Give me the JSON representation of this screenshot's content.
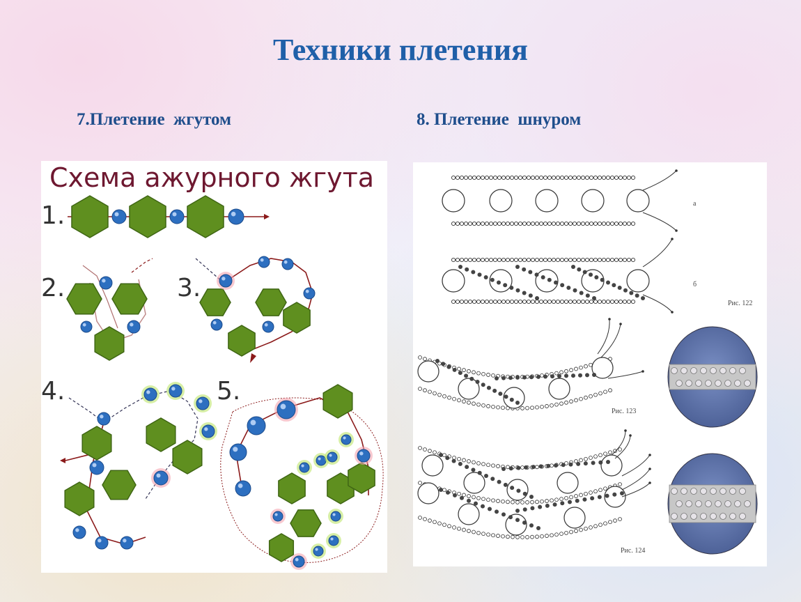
{
  "slide": {
    "title": "Техники плетения",
    "left": {
      "heading": "7.Плетение  жгутом",
      "schema_title": "Схема ажурного жгута",
      "steps": [
        "1.",
        "2.",
        "3.",
        "4.",
        "5."
      ]
    },
    "right": {
      "heading": "8. Плетение  шнуром",
      "labels": {
        "a": "а",
        "b": "б",
        "fig122": "Рис. 122",
        "fig123": "Рис. 123",
        "fig124": "Рис. 124"
      }
    }
  },
  "colors": {
    "title": "#1f5fa8",
    "heading": "#1f4e8c",
    "bead_green": "#5f8f1f",
    "bead_blue": "#2d6fc0",
    "thread": "#8b1a1a"
  }
}
